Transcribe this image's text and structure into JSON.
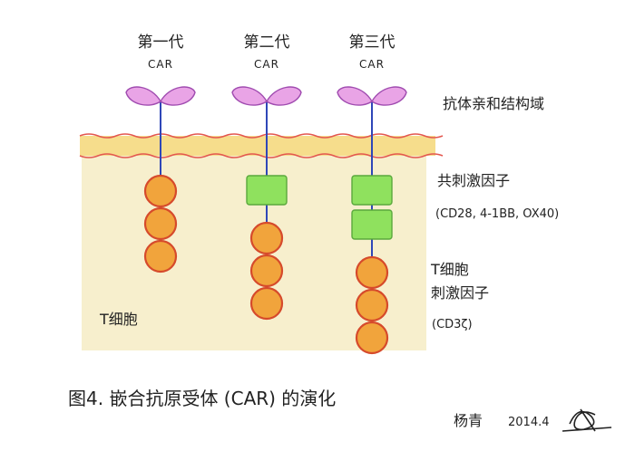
{
  "generations": [
    {
      "title": "第一代",
      "sub": "CAR",
      "costim_count": 0,
      "cd3z_count": 3
    },
    {
      "title": "第二代",
      "sub": "CAR",
      "costim_count": 1,
      "cd3z_count": 3
    },
    {
      "title": "第三代",
      "sub": "CAR",
      "costim_count": 2,
      "cd3z_count": 3
    }
  ],
  "labels": {
    "antigen_binding": "抗体亲和结构域",
    "costim_line1": "共刺激因子",
    "costim_line2": "(CD28, 4-1BB, OX40)",
    "tcell_line1": "T细胞",
    "tcell_line2": "刺激因子",
    "tcell_line3": "(CD3ζ)",
    "tcell_region": "T细胞"
  },
  "caption": "图4. 嵌合抗原受体 (CAR) 的演化",
  "author": "杨青",
  "date": "2014.4",
  "colors": {
    "leaf": "#e9a4e6",
    "leaf_outline": "#a04cb0",
    "stem": "#2f47b8",
    "membrane_fill": "#f6dd8c",
    "membrane_line": "#e3574f",
    "costim_fill": "#8fe15e",
    "costim_outline": "#5aa83c",
    "ball_fill": "#f1a43c",
    "ball_outline": "#d64a2b",
    "cell_shade": "#f6ecc4"
  }
}
